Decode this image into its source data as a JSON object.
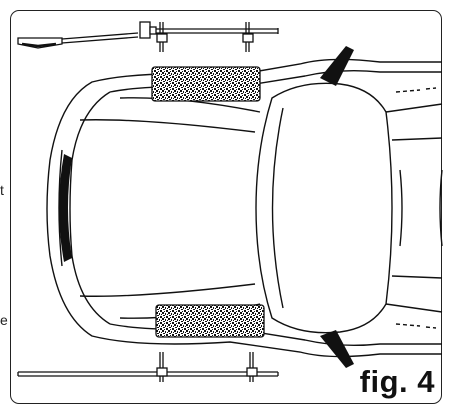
{
  "figure": {
    "label": "fig. 4"
  },
  "margin_fragments": {
    "top": "t",
    "bottom": "e"
  },
  "colors": {
    "ink": "#111111",
    "paper": "#ffffff"
  }
}
